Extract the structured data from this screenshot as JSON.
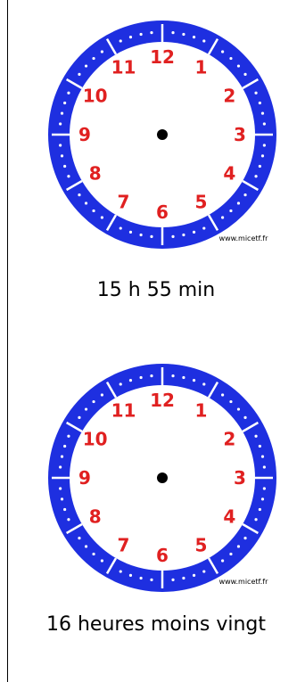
{
  "clocks": [
    {
      "numerals": [
        "12",
        "1",
        "2",
        "3",
        "4",
        "5",
        "6",
        "7",
        "8",
        "9",
        "10",
        "11"
      ],
      "watermark": "www.micetf.fr",
      "caption": "15 h 55 min"
    },
    {
      "numerals": [
        "12",
        "1",
        "2",
        "3",
        "4",
        "5",
        "6",
        "7",
        "8",
        "9",
        "10",
        "11"
      ],
      "watermark": "www.micetf.fr",
      "caption": "16 heures moins vingt"
    }
  ],
  "colors": {
    "ring": "#1e2fe0",
    "face": "#ffffff",
    "numerals": "#e02020",
    "center_dot": "#000000",
    "ticks": "#ffffff"
  }
}
